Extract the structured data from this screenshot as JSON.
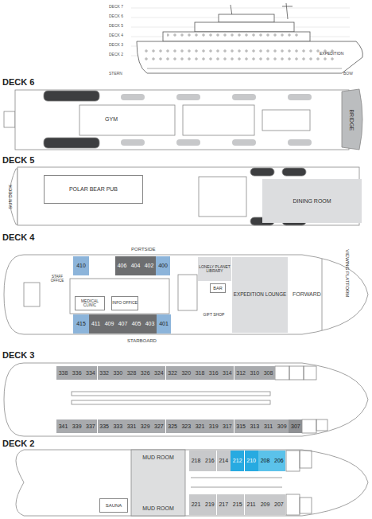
{
  "diagram": {
    "nodes": [
      {
        "text": [
          "GYM"
        ]
      },
      {
        "text": [
          "BRIDGE"
        ]
      },
      {
        "text": [
          "SUN DECK"
        ]
      },
      {
        "text": [
          "POLAR BEAR PUB"
        ]
      },
      {
        "text": [
          "DINING ROOM"
        ]
      },
      {
        "text": [
          "410"
        ]
      },
      {
        "text": [
          "406"
        ]
      },
      {
        "text": [
          "404"
        ]
      },
      {
        "text": [
          "402"
        ]
      },
      {
        "text": [
          "400"
        ]
      },
      {
        "text": [
          "STAFF OFFICE"
        ]
      },
      {
        "text": [
          "MEDICAL CLINIC"
        ]
      },
      {
        "text": [
          "INFO OFFICE"
        ]
      },
      {
        "text": [
          "LONELY PLANET LIBRARY"
        ]
      },
      {
        "text": [
          "BAR"
        ]
      },
      {
        "text": [
          "GIFT SHOP"
        ]
      },
      {
        "text": [
          "EXPEDITION LOUNGE"
        ]
      },
      {
        "text": [
          "415"
        ]
      },
      {
        "text": [
          "411"
        ]
      },
      {
        "text": [
          "409"
        ]
      },
      {
        "text": [
          "407"
        ]
      },
      {
        "text": [
          "405"
        ]
      },
      {
        "text": [
          "403"
        ]
      },
      {
        "text": [
          "401"
        ]
      },
      {
        "text": [
          "VIEWING PLATFORM"
        ]
      },
      {
        "text": [
          "338"
        ]
      },
      {
        "text": [
          "336"
        ]
      },
      {
        "text": [
          "334"
        ]
      },
      {
        "text": [
          "332"
        ]
      },
      {
        "text": [
          "330"
        ]
      },
      {
        "text": [
          "328"
        ]
      },
      {
        "text": [
          "326"
        ]
      },
      {
        "text": [
          "324"
        ]
      },
      {
        "text": [
          "322"
        ]
      },
      {
        "text": [
          "320"
        ]
      },
      {
        "text": [
          "318"
        ]
      },
      {
        "text": [
          "316"
        ]
      },
      {
        "text": [
          "314"
        ]
      },
      {
        "text": [
          "312"
        ]
      },
      {
        "text": [
          "310"
        ]
      },
      {
        "text": [
          "308"
        ]
      },
      {
        "text": [
          "341"
        ]
      },
      {
        "text": [
          "339"
        ]
      },
      {
        "text": [
          "337"
        ]
      },
      {
        "text": [
          "335"
        ]
      },
      {
        "text": [
          "333"
        ]
      },
      {
        "text": [
          "331"
        ]
      },
      {
        "text": [
          "329"
        ]
      },
      {
        "text": [
          "327"
        ]
      },
      {
        "text": [
          "325"
        ]
      },
      {
        "text": [
          "323"
        ]
      },
      {
        "text": [
          "321"
        ]
      },
      {
        "text": [
          "319"
        ]
      },
      {
        "text": [
          "317"
        ]
      },
      {
        "text": [
          "315"
        ]
      },
      {
        "text": [
          "313"
        ]
      },
      {
        "text": [
          "311"
        ]
      },
      {
        "text": [
          "309"
        ]
      },
      {
        "text": [
          "307"
        ]
      },
      {
        "text": [
          "MUD ROOM"
        ]
      },
      {
        "text": [
          "218"
        ]
      },
      {
        "text": [
          "216"
        ]
      },
      {
        "text": [
          "214"
        ]
      },
      {
        "text": [
          "212"
        ]
      },
      {
        "text": [
          "210"
        ]
      },
      {
        "text": [
          "208"
        ]
      },
      {
        "text": [
          "206"
        ]
      },
      {
        "text": [
          "SAUNA"
        ]
      },
      {
        "text": [
          "MUD ROOM"
        ]
      },
      {
        "text": [
          "221"
        ]
      },
      {
        "text": [
          "219"
        ]
      },
      {
        "text": [
          "217"
        ]
      },
      {
        "text": [
          "215"
        ]
      },
      {
        "text": [
          "211"
        ]
      },
      {
        "text": [
          "209"
        ]
      },
      {
        "text": [
          "207"
        ]
      }
    ],
    "labels": [
      "DECK 7",
      "DECK 6",
      "DECK 5",
      "DECK 4",
      "DECK 3",
      "DECK 2",
      "STERN",
      "BOW",
      "EXPEDITION",
      "DECK 6",
      "DECK 5",
      "DECK 4",
      "PORTSIDE",
      "STARBOARD",
      "FORWARD",
      "DECK 3",
      "DECK 2"
    ]
  }
}
